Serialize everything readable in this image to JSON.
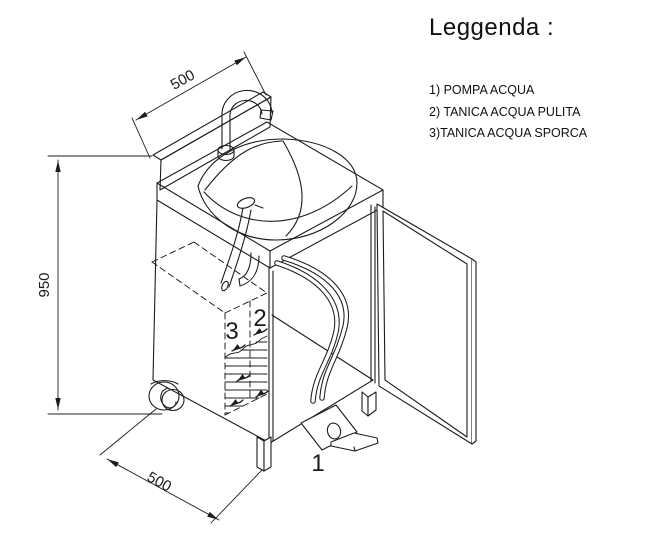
{
  "legend": {
    "title": "Leggenda :",
    "items": [
      "1) POMPA ACQUA",
      "2) TANICA ACQUA PULITA",
      "3)TANICA ACQUA SPORCA"
    ]
  },
  "drawing": {
    "dimensions": {
      "top_width": "500",
      "height": "950",
      "bottom_depth": "500"
    },
    "part_labels": {
      "pump": "1",
      "clean_water_tank": "2",
      "dirty_water_tank": "3"
    }
  },
  "colors": {
    "line": "#1c1c1c",
    "background": "#ffffff"
  }
}
